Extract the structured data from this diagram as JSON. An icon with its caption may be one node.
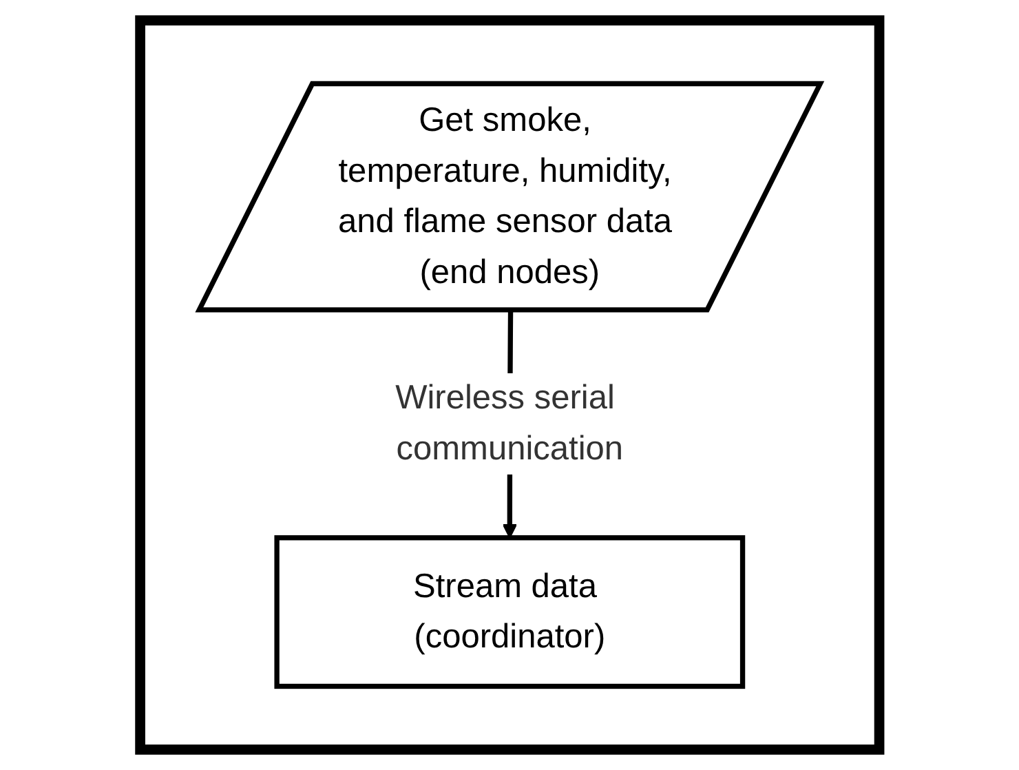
{
  "diagram": {
    "nodes": [
      {
        "text": [],
        "shape": "box"
      },
      {
        "text": [
          "Get smoke, temperature, humidity, and flame sensor data (end nodes)"
        ],
        "in": 0
      },
      {
        "text": [
          "Stream data (coordinator)"
        ],
        "in": 0
      }
    ],
    "edges": [
      {
        "from": 1,
        "to": 2,
        "arrow": "to",
        "label": "Wireless serial communication"
      }
    ]
  }
}
